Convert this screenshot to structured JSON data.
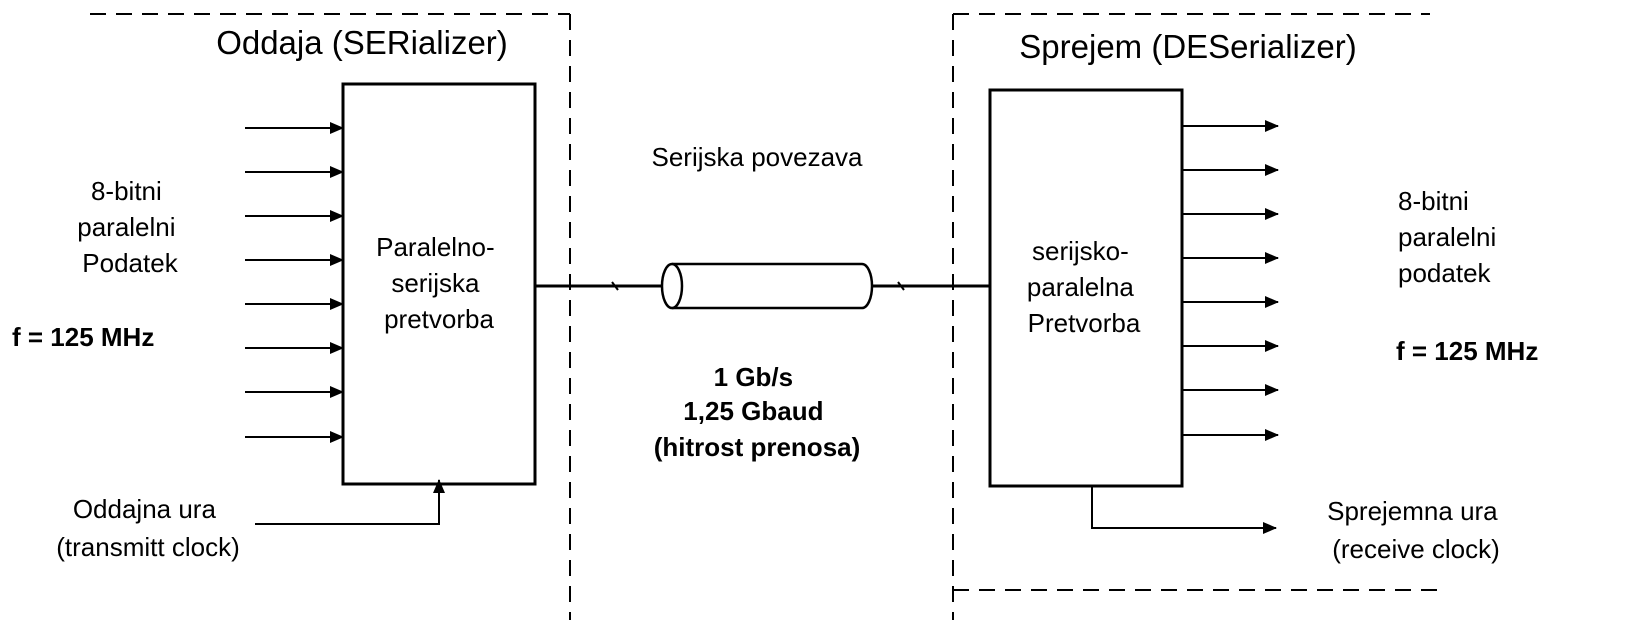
{
  "transmitter": {
    "title": "Oddaja (SERializer)",
    "block_lines": [
      "Paralelno-",
      "serijska",
      "pretvorba"
    ],
    "input_label_lines": [
      "8-bitni",
      "paralelni",
      "Podatek"
    ],
    "frequency": "f = 125 MHz",
    "clock_label_lines": [
      "Oddajna ura",
      "(transmitt clock)"
    ]
  },
  "link": {
    "label": "Serijska povezava",
    "rate_lines": [
      "1 Gb/s",
      "1,25 Gbaud",
      "(hitrost prenosa)"
    ]
  },
  "receiver": {
    "title": "Sprejem (DESerializer)",
    "block_lines": [
      "serijsko-",
      "paralelna",
      "Pretvorba"
    ],
    "output_label_lines": [
      "8-bitni",
      "paralelni",
      "podatek"
    ],
    "frequency": "f = 125 MHz",
    "clock_label_lines": [
      "Sprejemna ura",
      "(receive clock)"
    ]
  }
}
